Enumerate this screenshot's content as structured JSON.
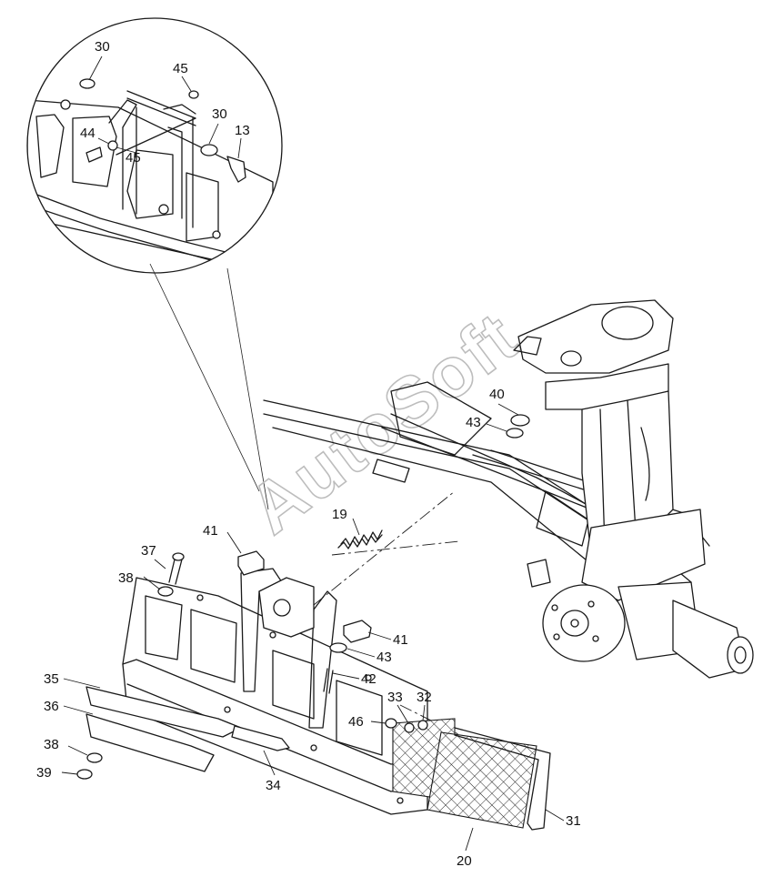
{
  "watermark": "AutoSoft",
  "callouts": [
    {
      "id": "c30a",
      "label": "30"
    },
    {
      "id": "c45a",
      "label": "45"
    },
    {
      "id": "c30b",
      "label": "30"
    },
    {
      "id": "c13",
      "label": "13"
    },
    {
      "id": "c44",
      "label": "44"
    },
    {
      "id": "c45b",
      "label": "45"
    },
    {
      "id": "c40",
      "label": "40"
    },
    {
      "id": "c43a",
      "label": "43"
    },
    {
      "id": "c19",
      "label": "19"
    },
    {
      "id": "c41a",
      "label": "41"
    },
    {
      "id": "c37",
      "label": "37"
    },
    {
      "id": "c38a",
      "label": "38"
    },
    {
      "id": "c41b",
      "label": "41"
    },
    {
      "id": "c43b",
      "label": "43"
    },
    {
      "id": "c42",
      "label": "42"
    },
    {
      "id": "c35",
      "label": "35"
    },
    {
      "id": "c36",
      "label": "36"
    },
    {
      "id": "c33",
      "label": "33"
    },
    {
      "id": "c32",
      "label": "32"
    },
    {
      "id": "c46",
      "label": "46"
    },
    {
      "id": "c38b",
      "label": "38"
    },
    {
      "id": "c39",
      "label": "39"
    },
    {
      "id": "c34",
      "label": "34"
    },
    {
      "id": "c31",
      "label": "31"
    },
    {
      "id": "c20",
      "label": "20"
    }
  ]
}
